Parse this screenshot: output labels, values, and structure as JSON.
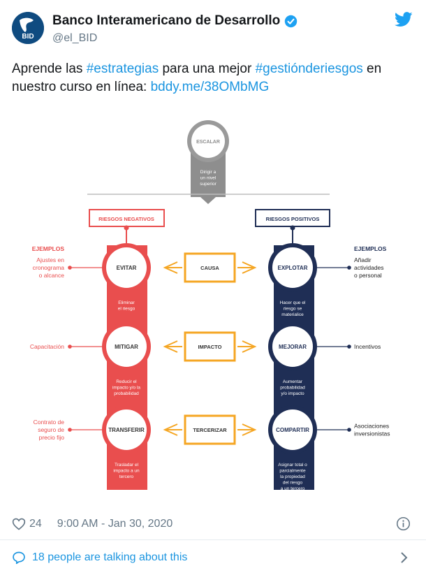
{
  "header": {
    "display_name": "Banco Interamericano de Desarrollo",
    "handle": "@el_BID",
    "avatar_text": "BID"
  },
  "tweet": {
    "t1": "Aprende las ",
    "hashtag1": "#estrategias",
    "t2": " para una mejor ",
    "hashtag2": "#gestiónderiesgos",
    "t3": " en nuestro curso en línea: ",
    "link": "bddy.me/38OMbMG"
  },
  "infographic": {
    "top_label": "ESCALAR",
    "top_desc": [
      "Dirigir a",
      "un nivel",
      "superior"
    ],
    "left_header": "RIESGOS NEGATIVOS",
    "right_header": "RIESGOS POSITIVOS",
    "examples_label": "EJEMPLOS",
    "colors": {
      "red": "#e94e4e",
      "navy": "#1f2e55",
      "orange": "#f5a623",
      "gray": "#8e8e8e"
    },
    "rows": [
      {
        "left_example": [
          "Ajustes en",
          "cronograma",
          "o alcance"
        ],
        "left_circle": "EVITAR",
        "left_desc": [
          "Eliminar",
          "el riesgo"
        ],
        "center": "CAUSA",
        "right_circle": "EXPLOTAR",
        "right_desc": [
          "Hacer que el",
          "riesgo se",
          "materialice"
        ],
        "right_example": [
          "Añadir",
          "actividades",
          "o personal"
        ]
      },
      {
        "left_example": [
          "Capacitación"
        ],
        "left_circle": "MITIGAR",
        "left_desc": [
          "Reducir el",
          "impacto y/o la",
          "probabilidad"
        ],
        "center": "IMPACTO",
        "right_circle": "MEJORAR",
        "right_desc": [
          "Aumentar",
          "probabilidad",
          "y/o impacto"
        ],
        "right_example": [
          "Incentivos"
        ]
      },
      {
        "left_example": [
          "Contrato de",
          "seguro de",
          "precio fijo"
        ],
        "left_circle": "TRANSFERIR",
        "left_desc": [
          "Trasladar el",
          "impacto a un",
          "tercero"
        ],
        "center": "TERCERIZAR",
        "right_circle": "COMPARTIR",
        "right_desc": [
          "Asignar total o",
          "parcialmente",
          "la propiedad",
          "del riesgo",
          "a un tercero"
        ],
        "right_example": [
          "Asociaciones",
          "inversionistas"
        ]
      }
    ]
  },
  "meta": {
    "likes": "24",
    "timestamp": "9:00 AM - Jan 30, 2020"
  },
  "footer": {
    "talking": "18 people are talking about this"
  }
}
